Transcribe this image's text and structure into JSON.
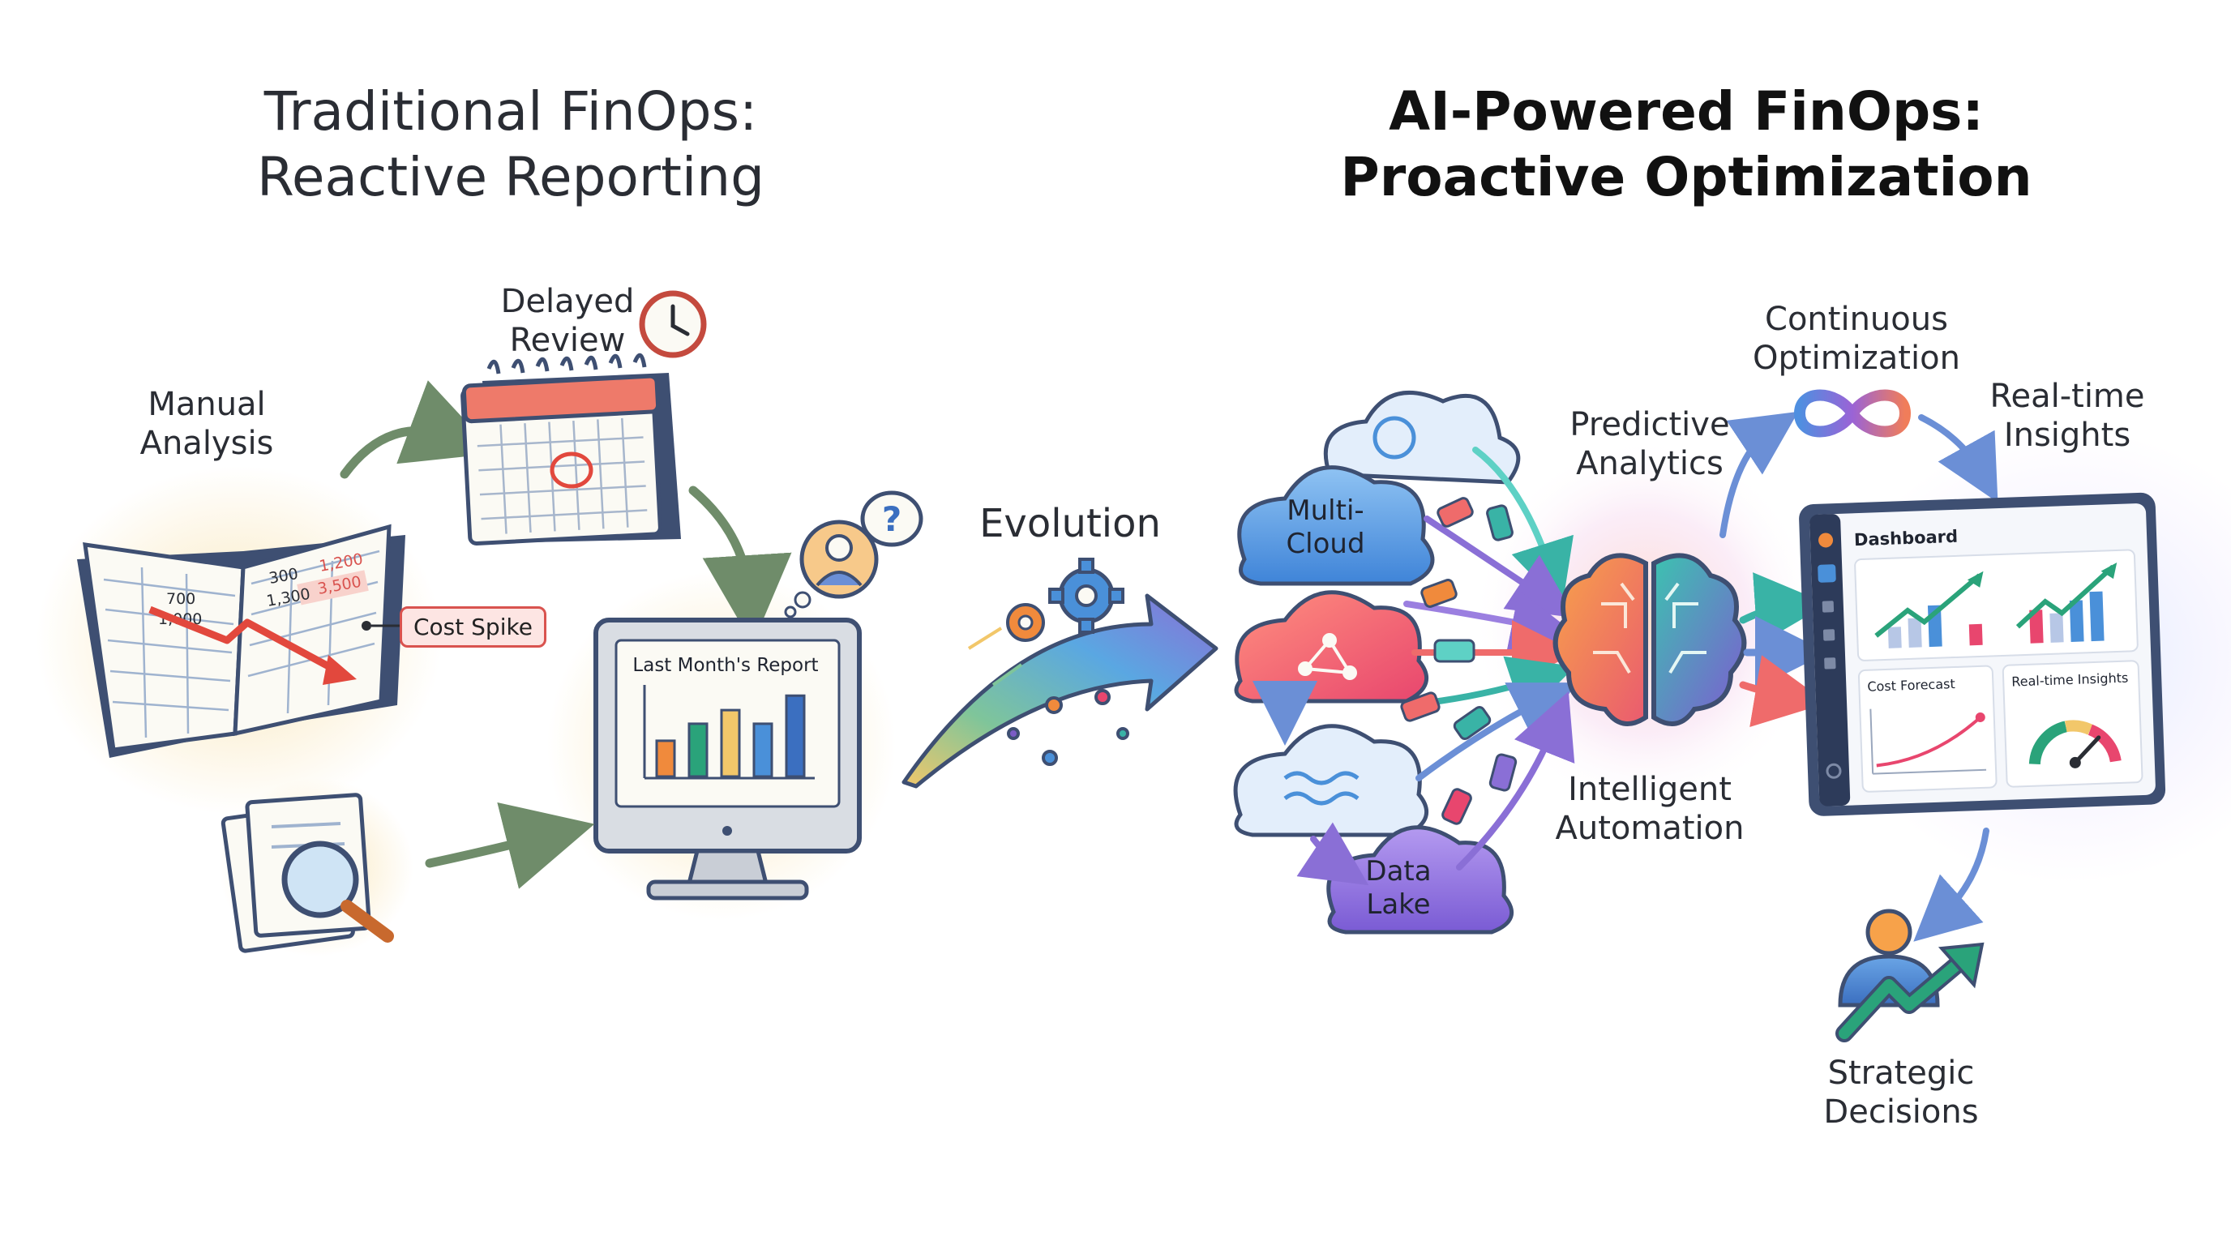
{
  "titles": {
    "left_line1": "Traditional FinOps:",
    "left_line2": "Reactive Reporting",
    "right_line1": "AI-Powered FinOps:",
    "right_line2": "Proactive Optimization"
  },
  "traditional": {
    "manual_analysis": [
      "Manual",
      "Analysis"
    ],
    "delayed_review": [
      "Delayed",
      "Review"
    ],
    "cost_spike": "Cost Spike",
    "spreadsheet_values": [
      "700",
      "1,000",
      "300",
      "1,300",
      "1,200",
      "3,500"
    ],
    "report_title": "Last Month's Report",
    "report_bars": [
      0.42,
      0.62,
      0.78,
      0.62,
      0.95
    ]
  },
  "evolution": {
    "label": "Evolution"
  },
  "ai": {
    "sources": {
      "multi_cloud": [
        "Multi-",
        "Cloud"
      ],
      "data_lake": [
        "Data",
        "Lake"
      ]
    },
    "predictive": [
      "Predictive",
      "Analytics"
    ],
    "continuous": [
      "Continuous",
      "Optimization"
    ],
    "realtime": [
      "Real-time",
      "Insights"
    ],
    "intelligent": [
      "Intelligent",
      "Automation"
    ],
    "strategic": [
      "Strategic",
      "Decisions"
    ],
    "dashboard": {
      "title": "Dashboard",
      "cost_forecast": "Cost Forecast",
      "realtime_panel": "Real-time Insights"
    }
  },
  "colors": {
    "red_accent": "#d9534f",
    "green": "#2aa37a",
    "blue": "#4a90d9",
    "purple": "#7b5cc6",
    "orange": "#f08a3c"
  }
}
